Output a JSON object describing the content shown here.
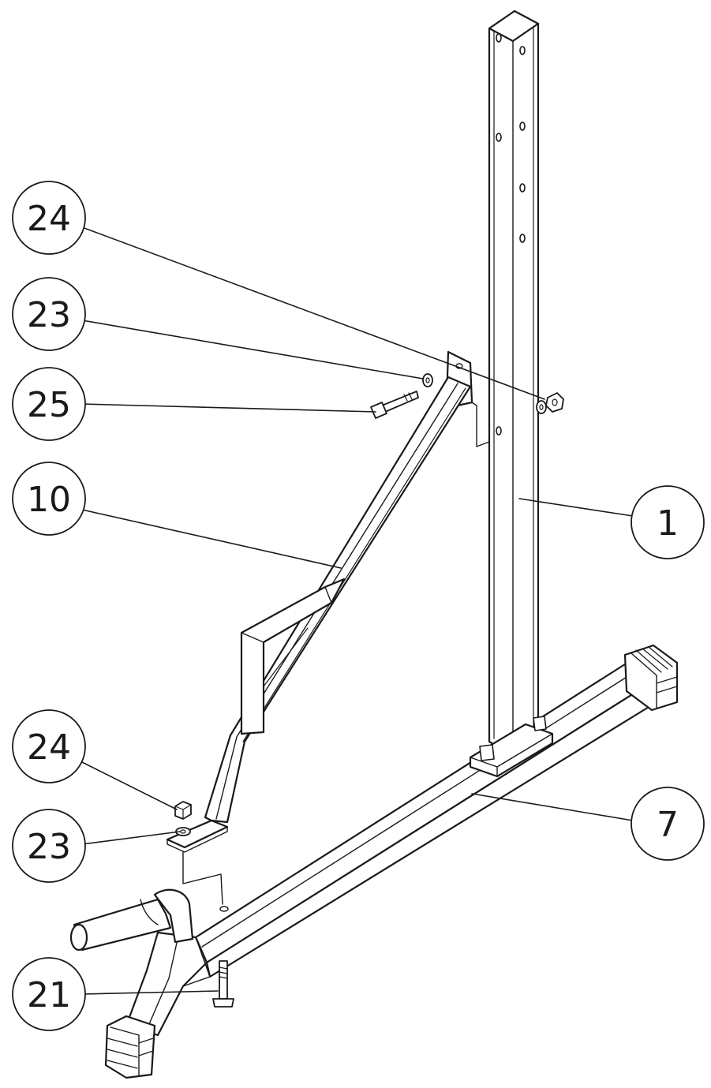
{
  "callouts": {
    "c24_top": "24",
    "c23_top": "23",
    "c25": "25",
    "c10": "10",
    "c1": "1",
    "c24_bottom": "24",
    "c23_bottom": "23",
    "c7": "7",
    "c21": "21"
  },
  "colors": {
    "ink": "#1a1a1a",
    "paper": "#ffffff"
  }
}
